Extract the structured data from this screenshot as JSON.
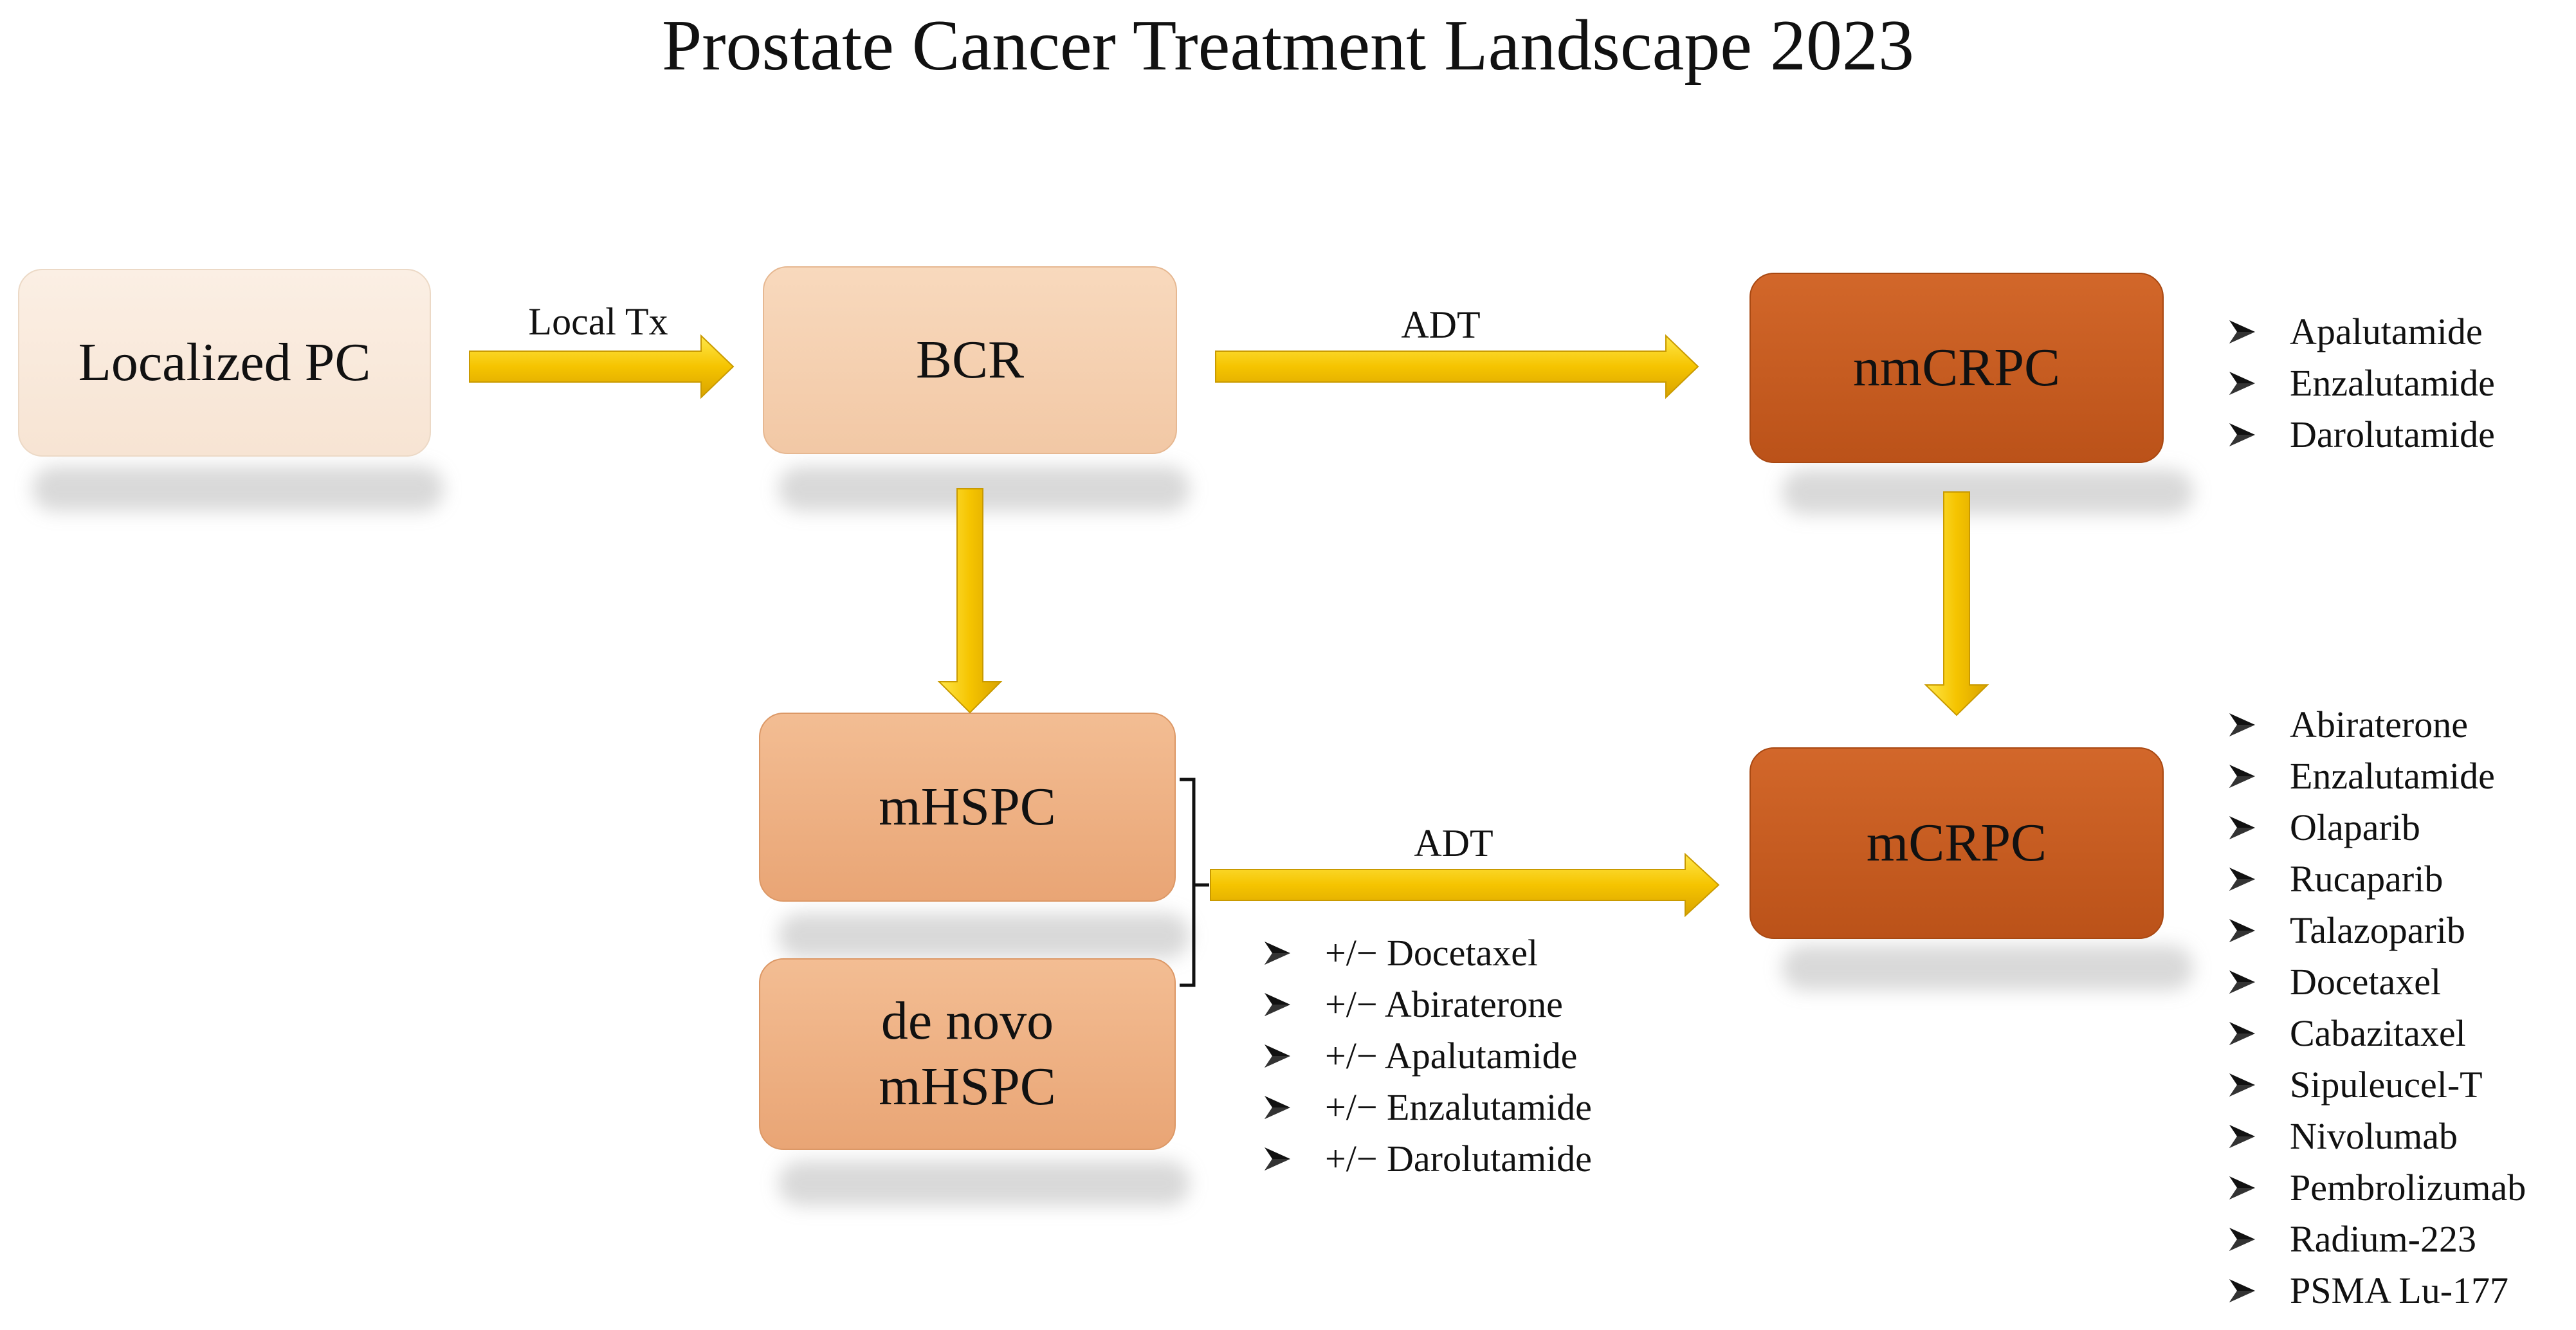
{
  "title": "Prostate Cancer Treatment Landscape 2023",
  "nodes": {
    "localized": "Localized PC",
    "bcr": "BCR",
    "nmcrpc": "nmCRPC",
    "mhspc": "mHSPC",
    "denovo_line1": "de novo",
    "denovo_line2": "mHSPC",
    "mcrpc": "mCRPC"
  },
  "edges": {
    "local_tx": "Local Tx",
    "adt_top": "ADT",
    "adt_bottom": "ADT"
  },
  "bullet_icon": "arrowhead-bullet-icon",
  "nmcrpc_treatments": [
    "Apalutamide",
    "Enzalutamide",
    "Darolutamide"
  ],
  "mhspc_treatments": [
    "+/− Docetaxel",
    "+/− Abiraterone",
    "+/− Apalutamide",
    "+/− Enzalutamide",
    "+/− Darolutamide"
  ],
  "mcrpc_treatments": [
    "Abiraterone",
    "Enzalutamide",
    "Olaparib",
    "Rucaparib",
    "Talazoparib",
    "Docetaxel",
    "Cabazitaxel",
    "Sipuleucel-T",
    "Nivolumab",
    "Pembrolizumab",
    "Radium-223",
    "PSMA Lu-177"
  ],
  "colors": {
    "arrow": "#f5c400",
    "arrow_dark": "#d9a300",
    "node_localized": "#f7e4d3",
    "node_bcr": "#f2c8a5",
    "node_mhspc": "#e9a575",
    "node_crpc": "#bb5219"
  }
}
